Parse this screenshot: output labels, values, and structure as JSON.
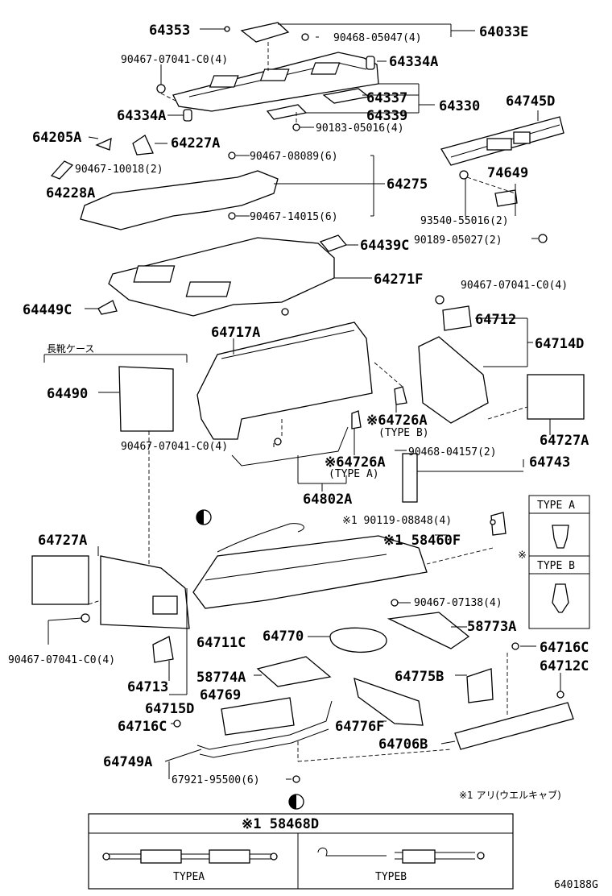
{
  "diagram": {
    "drawing_number": "640188G",
    "labels": {
      "p64353": "64353",
      "p90468_05047": "90468-05047(4)",
      "p64033E": "64033E",
      "p90467_07041_top": "90467-07041-C0(4)",
      "p64334A_r": "64334A",
      "p64337": "64337",
      "p64339": "64339",
      "p64330": "64330",
      "p64334A_l": "64334A",
      "p90183_05016": "90183-05016(4)",
      "p64745D": "64745D",
      "p64205A": "64205A",
      "p64227A": "64227A",
      "p90467_08089": "90467-08089(6)",
      "p90467_10018": "90467-10018(2)",
      "p64228A": "64228A",
      "p64275": "64275",
      "p74649": "74649",
      "p90467_14015": "90467-14015(6)",
      "p93540_55016": "93540-55016(2)",
      "p90189_05027": "90189-05027(2)",
      "p64439C": "64439C",
      "p64271F": "64271F",
      "p90467_07041_r": "90467-07041-C0(4)",
      "p64449C": "64449C",
      "p64712": "64712",
      "p64717A": "64717A",
      "p64714D": "64714D",
      "p64490": "64490",
      "p64726A_b": "※64726A",
      "p64726A_b_type": "(TYPE B)",
      "p64727A_r": "64727A",
      "p90467_07041_mid": "90467-07041-C0(4)",
      "p90468_04157": "90468-04157(2)",
      "p64726A_a": "※64726A",
      "p64726A_a_type": "(TYPE A)",
      "p64743": "64743",
      "p64802A": "64802A",
      "p90119_08848": "※1 90119-08848(4)",
      "p58460F": "※1 58460F",
      "p64727A_l": "64727A",
      "p90467_07138": "90467-07138(4)",
      "p64770": "64770",
      "p58773A": "58773A",
      "p90467_07041_bl": "90467-07041-C0(4)",
      "p64711C": "64711C",
      "p64716C_r": "64716C",
      "p58774A": "58774A",
      "p64712C": "64712C",
      "p64713": "64713",
      "p64769": "64769",
      "p64775B": "64775B",
      "p64715D": "64715D",
      "p64716C_l": "64716C",
      "p64776F": "64776F",
      "p64706B": "64706B",
      "p64749A": "64749A",
      "p67921_95500": "67921-95500(6)",
      "note_ant": "※1 アリ(ウエルキャブ)",
      "boots_case": "長靴ケース"
    },
    "type_box": {
      "type_a": "TYPE A",
      "type_b": "TYPE B",
      "marker": "※"
    },
    "bottom_box": {
      "title": "※1 58468D",
      "type_a": "TYPEA",
      "type_b": "TYPEB"
    }
  }
}
